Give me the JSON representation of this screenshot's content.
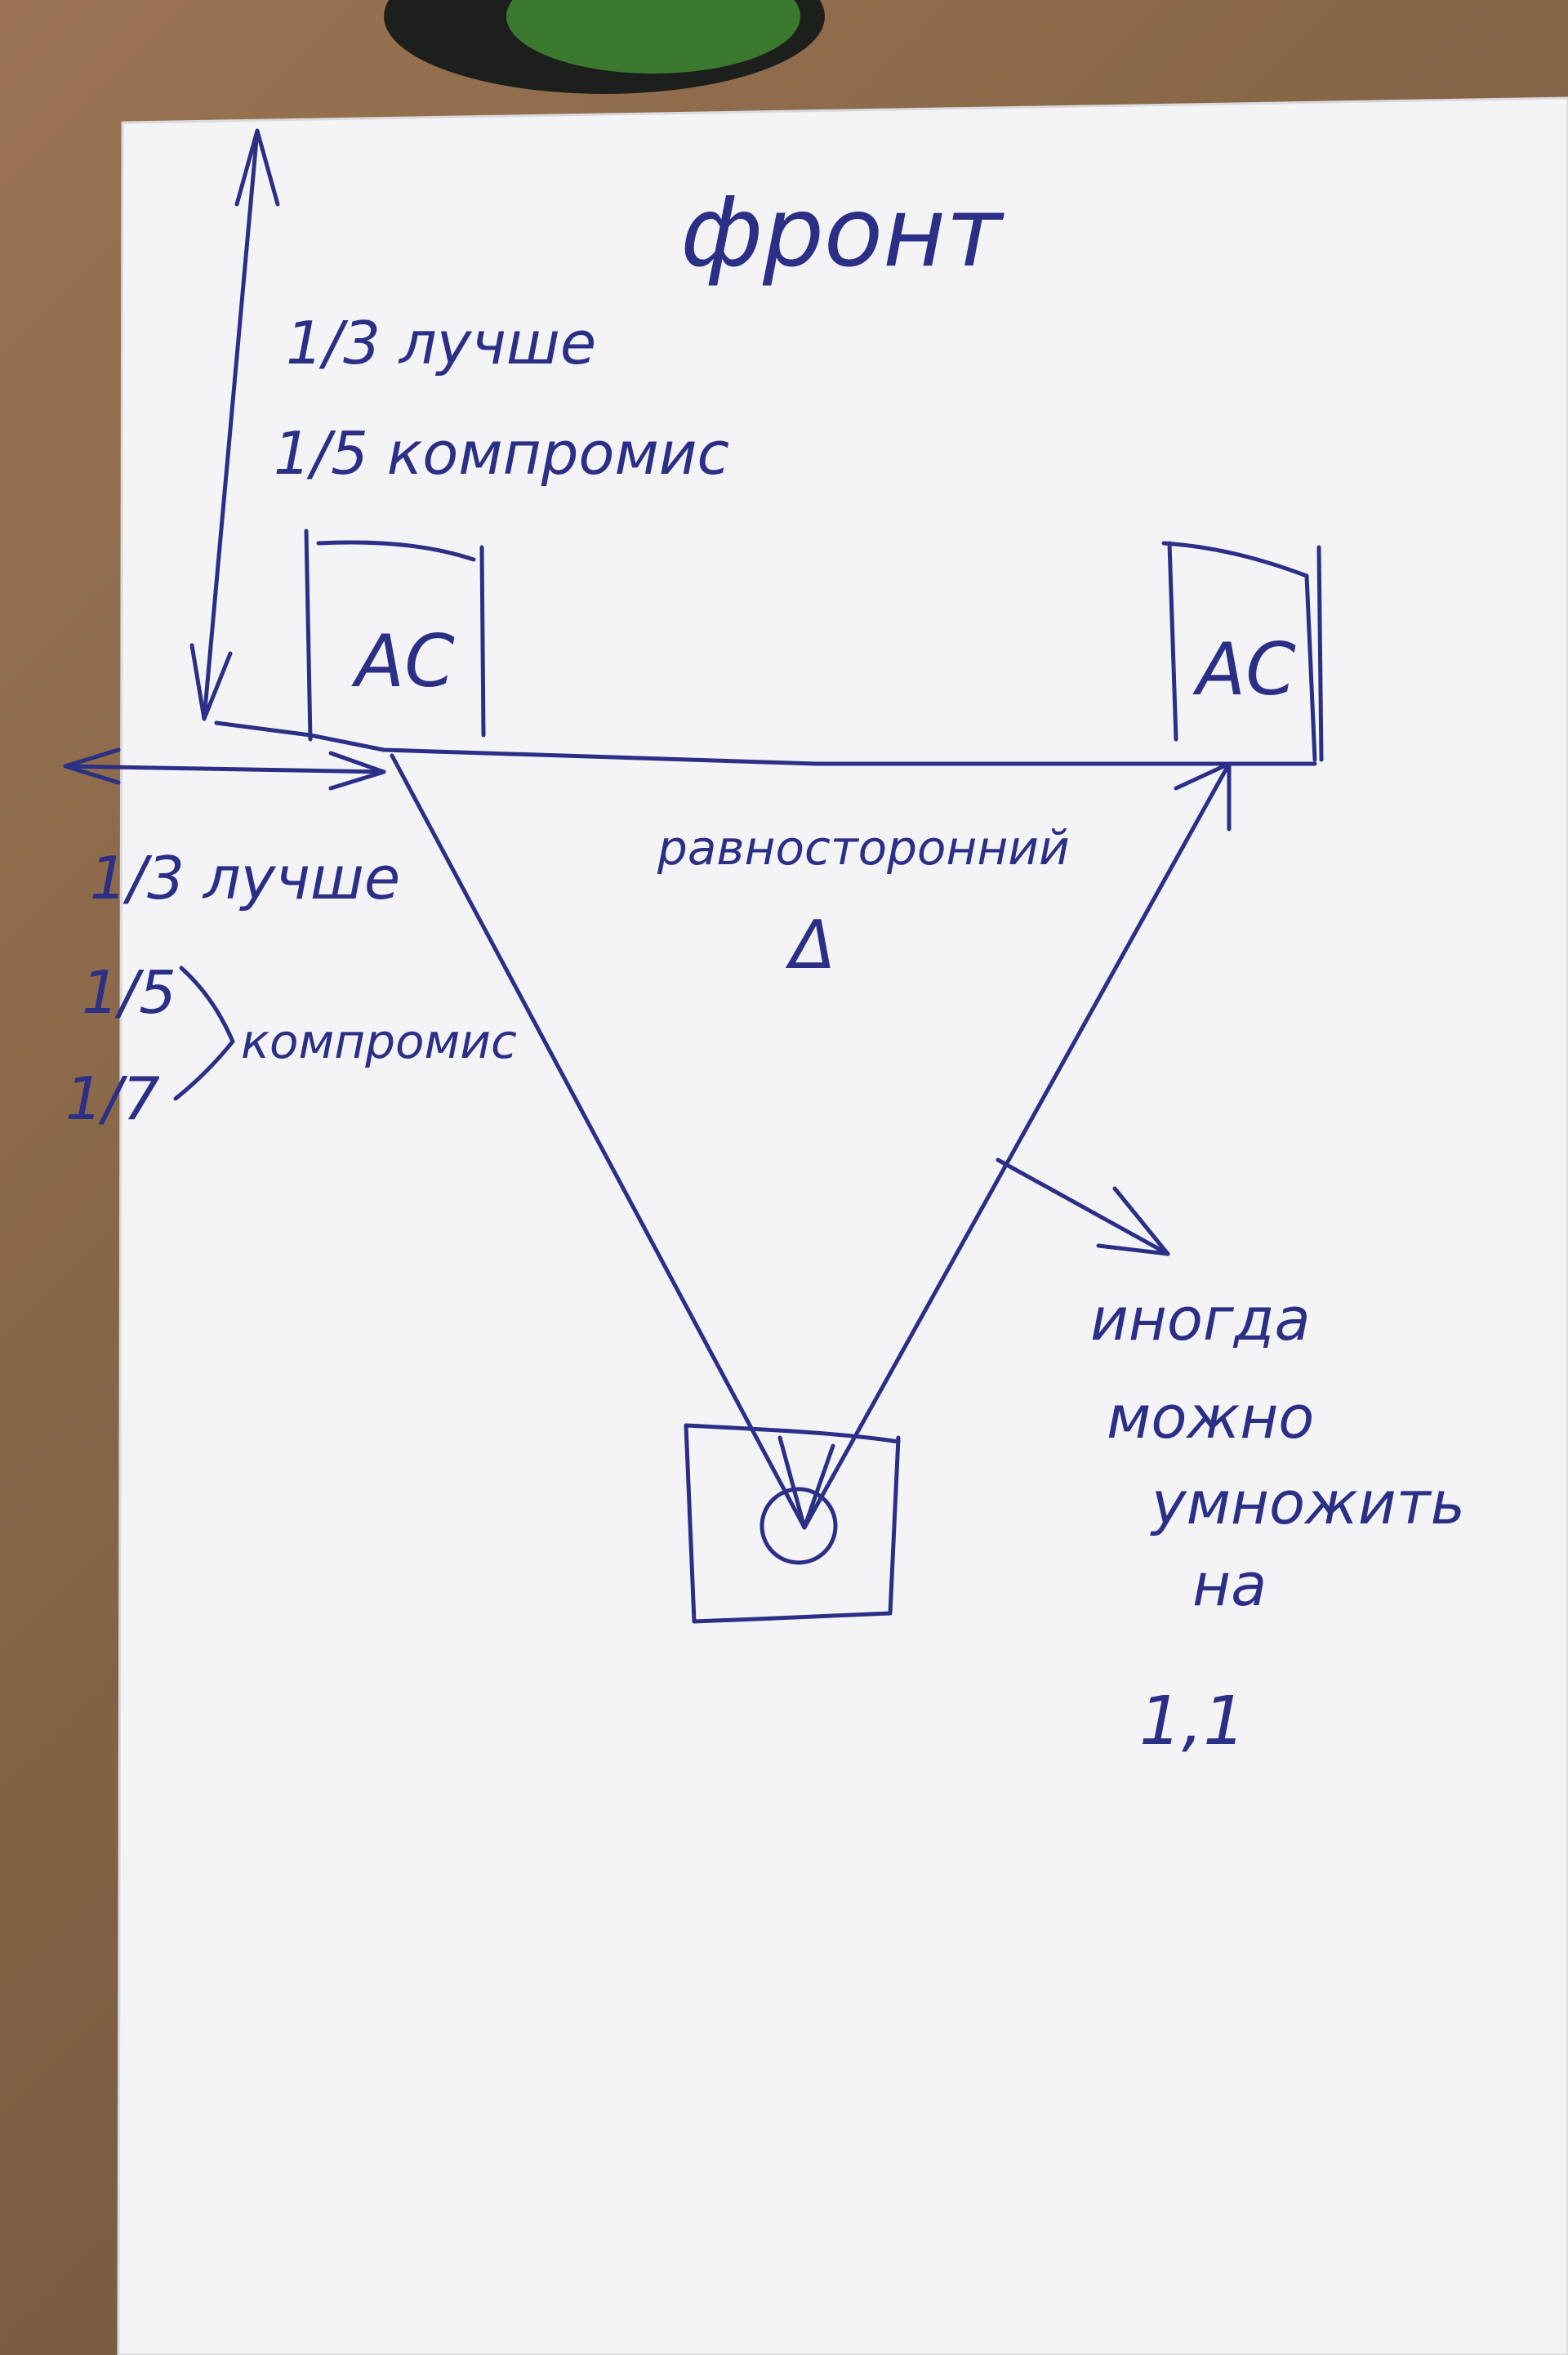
{
  "title": "фронт",
  "top_note": {
    "line1": "1/3 лучше",
    "line2": "1/5 компромис"
  },
  "left_note": {
    "line1": "1/3 лучше",
    "fraction_a": "1/5",
    "fraction_b": "1/7",
    "compromise": "компромис"
  },
  "speaker_label": "AC",
  "triangle_label": "равносторонний",
  "triangle_symbol": "Δ",
  "side_note": {
    "line1": "иногда",
    "line2": "можно",
    "line3": "умножить",
    "line4": "на",
    "value": "1,1"
  },
  "colors": {
    "ink": "#2b2f86",
    "paper": "#f3f3f6",
    "table": "#8a6a4a"
  }
}
